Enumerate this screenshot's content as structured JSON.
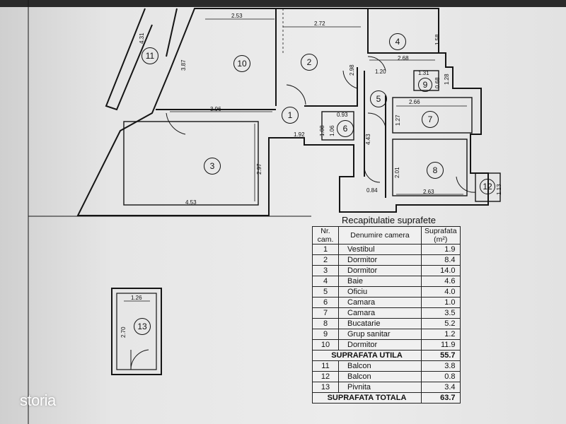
{
  "brand": {
    "logo_text": "storia"
  },
  "plan": {
    "rooms": [
      {
        "num": "1"
      },
      {
        "num": "2"
      },
      {
        "num": "3"
      },
      {
        "num": "4"
      },
      {
        "num": "5"
      },
      {
        "num": "6"
      },
      {
        "num": "7"
      },
      {
        "num": "8"
      },
      {
        "num": "9"
      },
      {
        "num": "10"
      },
      {
        "num": "11"
      },
      {
        "num": "12"
      },
      {
        "num": "13"
      }
    ],
    "dims": {
      "d253": "2.53",
      "d272": "2.72",
      "d268": "2.68",
      "d120": "1.20",
      "d131": "1.31",
      "d396": "3.96",
      "d453": "4.53",
      "d297": "2.97",
      "d298": "2.98",
      "d266": "2.66",
      "d263": "2.63",
      "d093": "0.93",
      "d192": "1.92",
      "d108": "1.08",
      "d106": "1.06",
      "d443": "4.43",
      "d084": "0.84",
      "d127": "1.27",
      "d201": "2.01",
      "d113": "1.13",
      "d387": "3.87",
      "d128": "1.28",
      "d068": "0.68",
      "d126": "1.26",
      "d270": "2.70",
      "d158": "1.58",
      "d431": "4.31"
    }
  },
  "table": {
    "title": "Recapitulatie suprafete",
    "headers": {
      "nr": "Nr. cam.",
      "name": "Denumire camera",
      "area": "Suprafata (m²)"
    },
    "rows": [
      {
        "nr": "1",
        "name": "Vestibul",
        "area": "1.9"
      },
      {
        "nr": "2",
        "name": "Dormitor",
        "area": "8.4"
      },
      {
        "nr": "3",
        "name": "Dormitor",
        "area": "14.0"
      },
      {
        "nr": "4",
        "name": "Baie",
        "area": "4.6"
      },
      {
        "nr": "5",
        "name": "Oficiu",
        "area": "4.0"
      },
      {
        "nr": "6",
        "name": "Camara",
        "area": "1.0"
      },
      {
        "nr": "7",
        "name": "Camara",
        "area": "3.5"
      },
      {
        "nr": "8",
        "name": "Bucatarie",
        "area": "5.2"
      },
      {
        "nr": "9",
        "name": "Grup sanitar",
        "area": "1.2"
      },
      {
        "nr": "10",
        "name": "Dormitor",
        "area": "11.9"
      }
    ],
    "useful_total": {
      "label": "SUPRAFATA UTILA",
      "area": "55.7"
    },
    "extra_rows": [
      {
        "nr": "11",
        "name": "Balcon",
        "area": "3.8"
      },
      {
        "nr": "12",
        "name": "Balcon",
        "area": "0.8"
      },
      {
        "nr": "13",
        "name": "Pivnita",
        "area": "3.4"
      }
    ],
    "grand_total": {
      "label": "SUPRAFATA TOTALA",
      "area": "63.7"
    }
  }
}
